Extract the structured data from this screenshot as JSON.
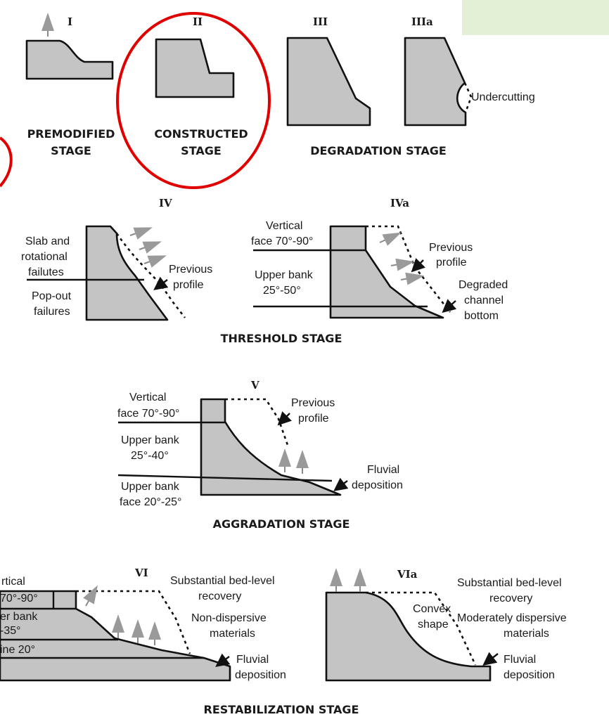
{
  "stages": {
    "premodified": {
      "numeral": "I",
      "line1": "PREMODIFIED",
      "line2": "STAGE"
    },
    "constructed": {
      "numeral": "II",
      "line1": "CONSTRUCTED",
      "line2": "STAGE"
    },
    "degradation": {
      "numeral_a": "III",
      "numeral_b": "IIIa",
      "label": "DEGRADATION STAGE",
      "note": "Undercutting"
    },
    "threshold": {
      "numeral_a": "IV",
      "numeral_b": "IVa",
      "label": "THRESHOLD STAGE",
      "iv_left": [
        "Slab and",
        "rotational",
        "failutes",
        "Pop-out",
        "failures"
      ],
      "iv_right": [
        "Previous",
        "profile"
      ],
      "iva_left": [
        "Vertical",
        "face 70°-90°",
        "Upper bank",
        "25°-50°"
      ],
      "iva_right": [
        "Previous",
        "profile",
        "Degraded",
        "channel",
        "bottom"
      ]
    },
    "aggradation": {
      "numeral": "V",
      "label": "AGGRADATION STAGE",
      "left": [
        "Vertical",
        "face 70°-90°",
        "Upper bank",
        "25°-40°",
        "Upper bank",
        "face 20°-25°"
      ],
      "right": [
        "Previous",
        "profile",
        "Fluvial",
        "deposition"
      ]
    },
    "restabilization": {
      "numeral_a": "VI",
      "numeral_b": "VIa",
      "label": "RESTABILIZATION STAGE",
      "vi_left": [
        "rtical",
        "70°-90°",
        "er bank",
        "-35°",
        "ine 20°"
      ],
      "vi_right": [
        "Substantial bed-level",
        "recovery",
        "Non-dispersive",
        "materials",
        "Fluvial",
        "deposition"
      ],
      "via_mid": [
        "Convex",
        "shape"
      ],
      "via_right": [
        "Substantial bed-level",
        "recovery",
        "Moderately dispersive",
        "materials",
        "Fluvial",
        "deposition"
      ]
    }
  },
  "highlight_color": "#e00000",
  "corner_box_color": "#e3f0d5",
  "icons": [
    "tree-icon",
    "arrow-icon"
  ]
}
